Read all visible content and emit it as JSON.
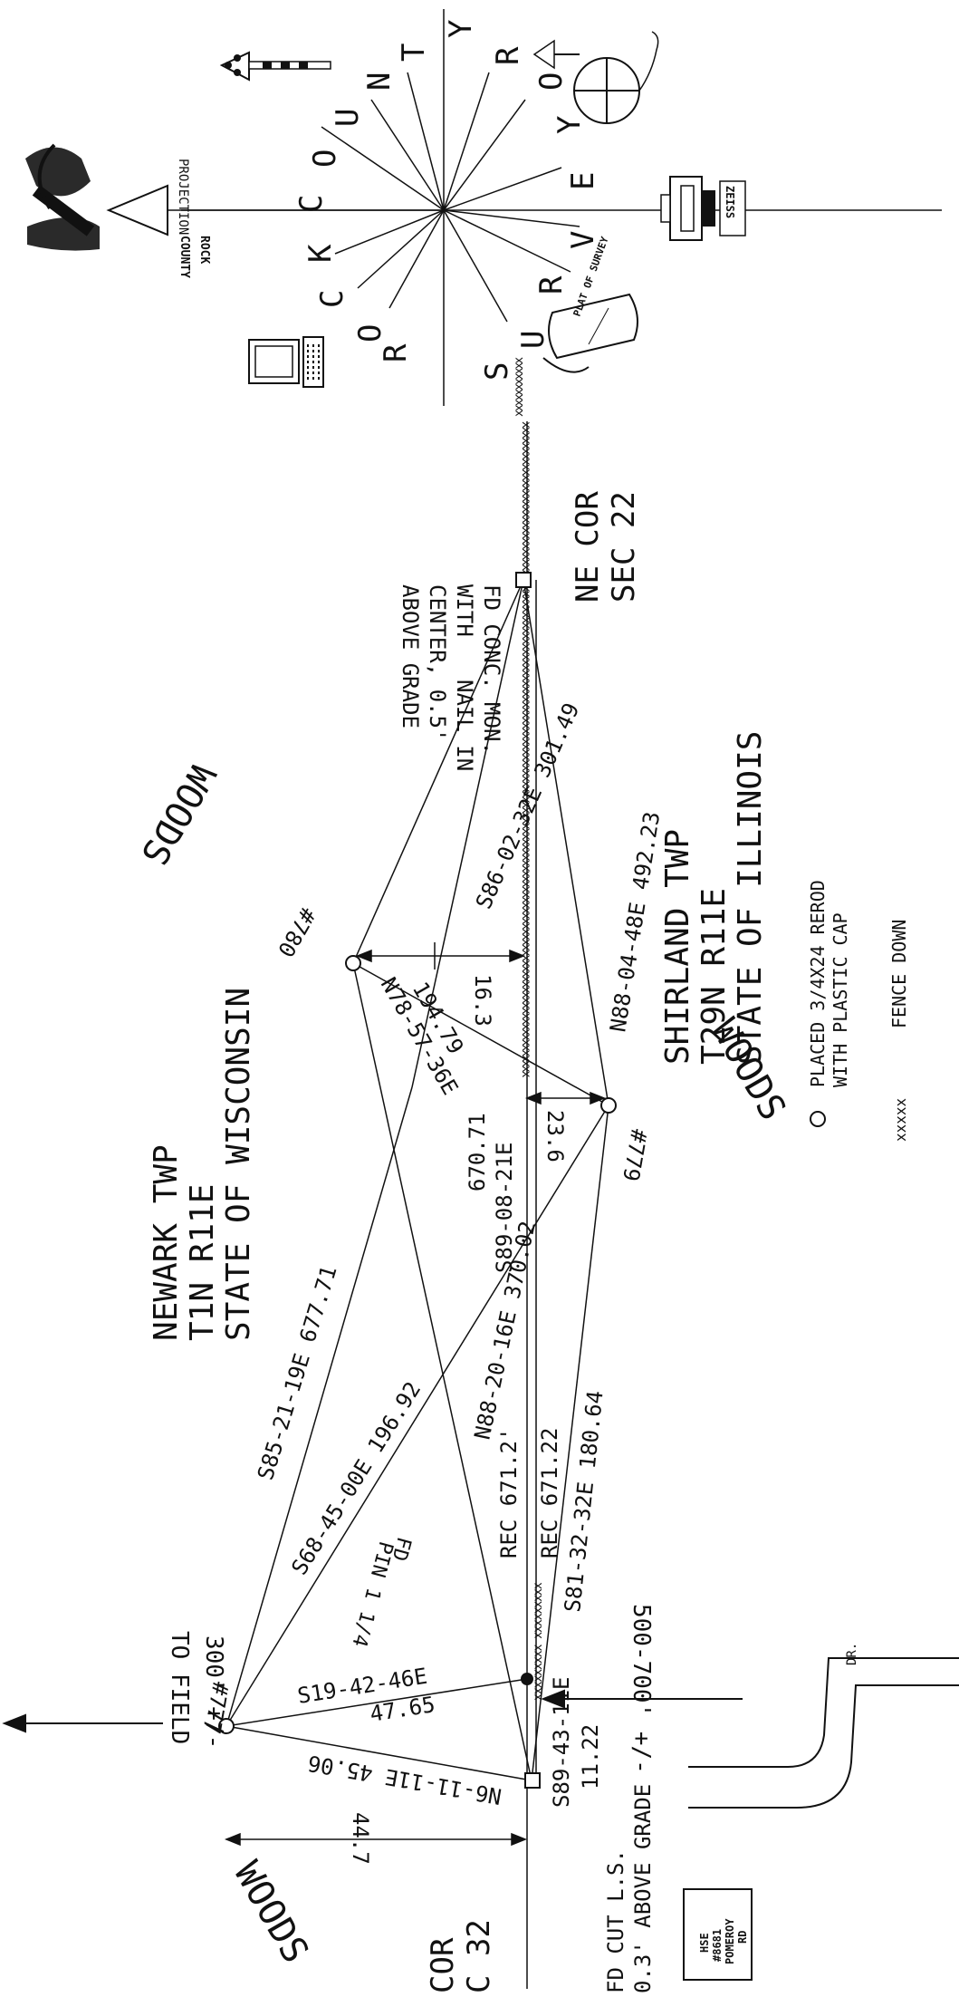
{
  "compass": {
    "rock_county_line1": "ROCK",
    "rock_county_line2": "COUNTY",
    "projection": "PROJECTION",
    "letters": [
      "R",
      "O",
      "C",
      "K",
      "C",
      "O",
      "U",
      "N",
      "T",
      "Y",
      "S",
      "U",
      "R",
      "V",
      "E",
      "Y",
      "O",
      "R"
    ],
    "zeiss_label": "ZEISS",
    "plat_label": "PLAT OF SURVEY"
  },
  "labels": {
    "ne_cor_line1": "NE COR",
    "ne_cor_line2": "SEC 22",
    "fd_conc_line1": "FD CONC. MON.",
    "fd_conc_line2": "WITH",
    "fd_conc_line2b": "NAIL IN",
    "fd_conc_line3": "CENTER, 0.5'",
    "fd_conc_line4": "ABOVE GRADE",
    "shirland_line1": "SHIRLAND TWP",
    "shirland_line2": "T29N R11E",
    "shirland_line3": "STATE OF ILLINOIS",
    "newark_line1": "NEWARK TWP",
    "newark_line2": "T1N R11E",
    "newark_line3": "STATE OF WISCONSIN",
    "woods_top": "WOODS",
    "woods_right": "WOODS",
    "woods_bottom": "WOODS",
    "to_field_line1": "TO FIELD",
    "to_field_line2": "300' +/-",
    "dist_500": "500-700' +/-",
    "dr": "DR.",
    "fd_cut_line1": "FD CUT L.S.",
    "fd_cut_line2": "0.3' ABOVE GRADE",
    "cor_line1": "COR",
    "cor_line2": "C 32",
    "hse_line1": "HSE",
    "hse_line2": "#8681",
    "hse_line3": "POMEROY",
    "hse_line4": "RD",
    "fd_pin_line1": "FD",
    "fd_pin_line2": "PIN 1 1/4",
    "legend_circle_line1": "PLACED 3/4X24 REROD",
    "legend_circle_line2": "WITH PLASTIC CAP",
    "legend_fence": "FENCE DOWN",
    "legend_fence_symbol": "xxxxx"
  },
  "points": {
    "p780": "#780",
    "p779": "#779",
    "p777": "#777"
  },
  "bearings": {
    "b_s86": "S86-02-32E 301.49",
    "dim_16": "16.3",
    "b_n88_04": "N88-04-48E 492.23",
    "b_n78": "N78-57-36E",
    "b_194": "194.79",
    "dim_23": "23.6",
    "b_n88_20": "N88-20-16E 370.02",
    "b_670": "670.71",
    "b_s89_08": "S89-08-21E",
    "b_s85": "S85-21-19E 677.71",
    "b_s68": "S68-45-00E 196.92",
    "rec_1": "REC 671.2'",
    "rec_2": "REC 671.22",
    "b_s81": "S81-32-32E 180.64",
    "b_s19": "S19-42-46E",
    "b_47": "47.65",
    "b_n6": "N6-11-11E 45.06",
    "b_s89_43": "S89-43-11E",
    "b_11": "11.22",
    "dim_44": "44.7"
  },
  "fence": {
    "main": "xxxxxxxxxxxxxxxxxxxxxxxxxxxxxxxxxxxxxxxxxxxxxxxxxxxxxxxxxxxxxxxxxxxxxxxxxxxxxxxxxxxxxxxxxxxxxxxxxxxxxxxxxxxxxxxxxxxxxxxxxxxx",
    "top": "xxxxxxxxxxx",
    "branch": "xxxxxxxxx xxxxxxxxx"
  }
}
